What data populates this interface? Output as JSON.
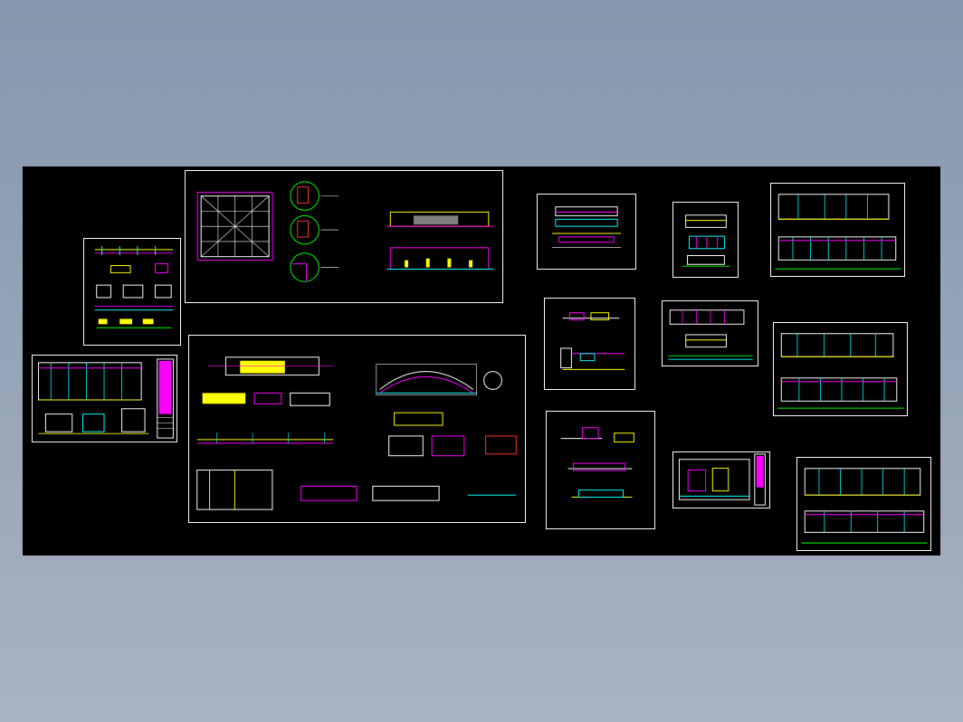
{
  "viewer": {
    "background_color": "#8d9db2",
    "canvas_color": "#000000"
  },
  "palette": {
    "frame": "#ffffff",
    "magenta": "#ff00ff",
    "yellow": "#ffff00",
    "cyan": "#00ffff",
    "green": "#00ff00",
    "red": "#ff3030",
    "blue": "#4060ff",
    "white": "#ffffff"
  },
  "sheets": [
    {
      "id": "sheet-01",
      "kind": "details"
    },
    {
      "id": "sheet-02",
      "kind": "plan-and-sections"
    },
    {
      "id": "sheet-03",
      "kind": "elevations-with-titleblock"
    },
    {
      "id": "sheet-04",
      "kind": "elevations-and-details"
    },
    {
      "id": "sheet-05",
      "kind": "section"
    },
    {
      "id": "sheet-06",
      "kind": "section"
    },
    {
      "id": "sheet-07",
      "kind": "elevations"
    },
    {
      "id": "sheet-08",
      "kind": "details"
    },
    {
      "id": "sheet-09",
      "kind": "elevation"
    },
    {
      "id": "sheet-10",
      "kind": "elevations"
    },
    {
      "id": "sheet-11",
      "kind": "details"
    },
    {
      "id": "sheet-12",
      "kind": "elevation-with-titleblock"
    },
    {
      "id": "sheet-13",
      "kind": "elevations"
    }
  ]
}
